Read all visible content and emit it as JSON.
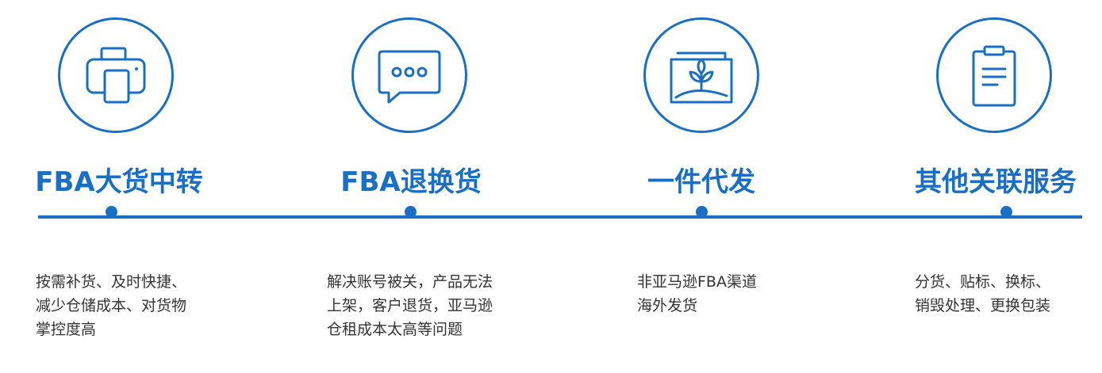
{
  "colors": {
    "accent": "#1a6fc4",
    "text": "#333333",
    "background": "#ffffff"
  },
  "services": [
    {
      "icon": "printer-icon",
      "title": "FBA大货中转",
      "lines": [
        "按需补货、及时快捷、",
        "减少仓储成本、对货物",
        "掌控度高"
      ]
    },
    {
      "icon": "chat-bubble-icon",
      "title": "FBA退换货",
      "lines": [
        "解决账号被关，产品无法",
        "上架，客户退货，亚马逊",
        "仓租成本太高等问题"
      ]
    },
    {
      "icon": "plant-photo-icon",
      "title": "一件代发",
      "lines": [
        "非亚马逊FBA渠道",
        "海外发货"
      ]
    },
    {
      "icon": "clipboard-icon",
      "title": "其他关联服务",
      "lines": [
        "分货、贴标、换标、",
        "销毁处理、更换包装"
      ]
    }
  ]
}
